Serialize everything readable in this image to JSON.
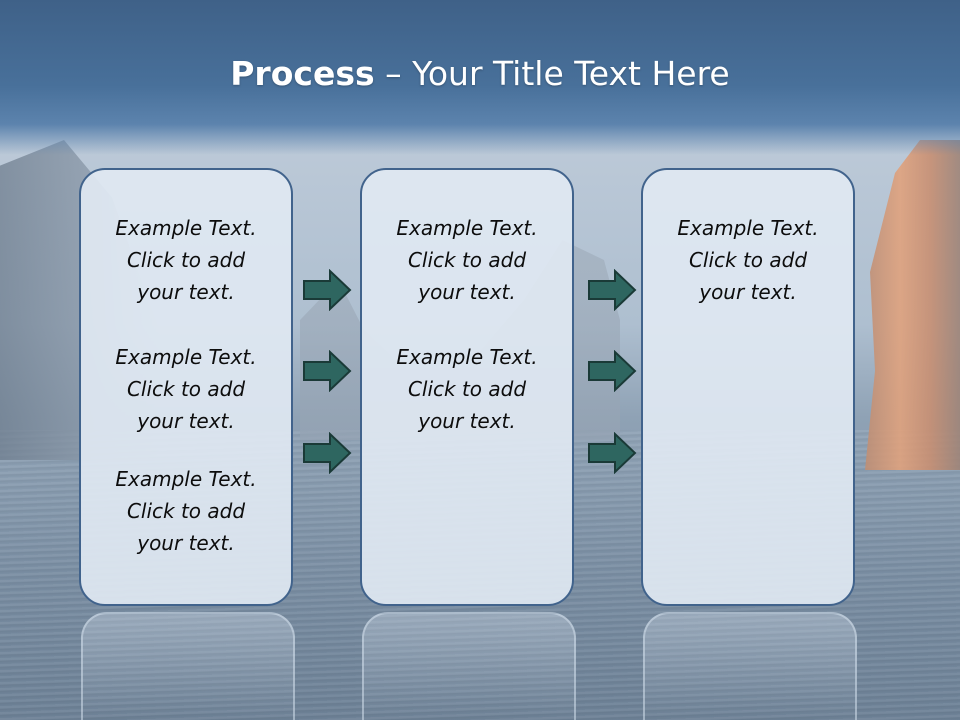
{
  "title": {
    "bold": "Process",
    "rest": " – Your Title Text Here"
  },
  "colors": {
    "header": "#48709a",
    "box_border": "#41638c",
    "box_fill": "#e0e8f2",
    "arrow_fill": "#2e6660",
    "arrow_stroke": "#1a3a37"
  },
  "columns": [
    {
      "blocks": [
        {
          "line1": "Example Text.",
          "line2": "Click  to add",
          "line3": "your text."
        },
        {
          "line1": "Example Text.",
          "line2": "Click  to add",
          "line3": "your text."
        },
        {
          "line1": "Example Text.",
          "line2": "Click  to add",
          "line3": "your text."
        }
      ]
    },
    {
      "blocks": [
        {
          "line1": "Example Text.",
          "line2": "Click  to add",
          "line3": "your text."
        },
        {
          "line1": "Example Text.",
          "line2": "Click  to add",
          "line3": "your text."
        }
      ]
    },
    {
      "blocks": [
        {
          "line1": "Example Text.",
          "line2": "Click  to add",
          "line3": "your text."
        }
      ]
    }
  ],
  "arrows": {
    "icon": "right-arrow-icon",
    "count_per_gap": 3
  }
}
